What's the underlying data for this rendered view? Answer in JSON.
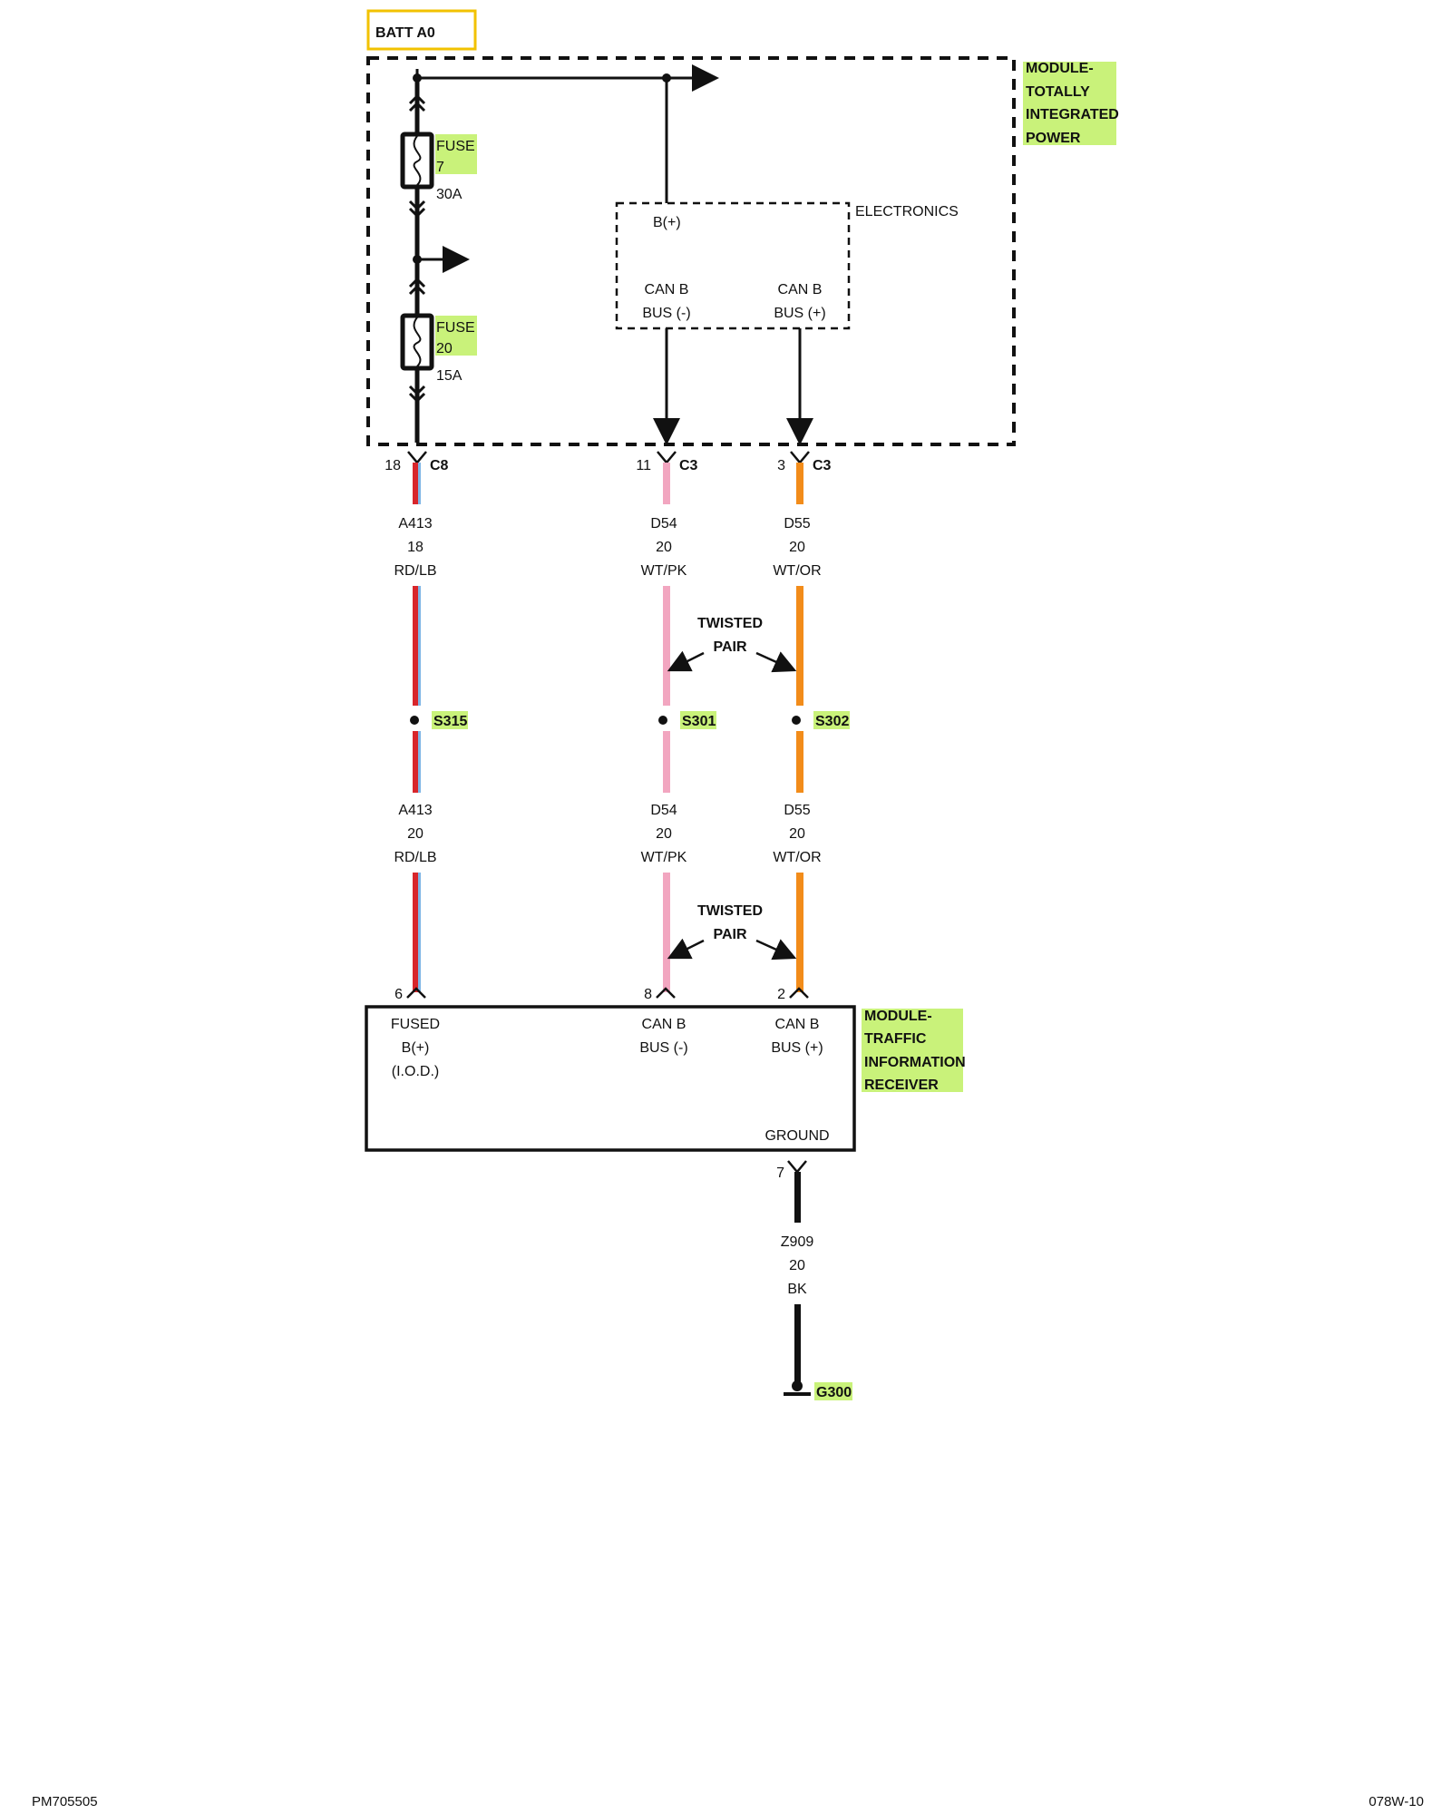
{
  "battery": {
    "label": "BATT A0"
  },
  "tipm": {
    "title": [
      "MODULE-",
      "TOTALLY",
      "INTEGRATED",
      "POWER"
    ],
    "electronics_label": "ELECTRONICS",
    "bplus_label": "B(+)",
    "can_minus": [
      "CAN B",
      "BUS (-)"
    ],
    "can_plus": [
      "CAN B",
      "BUS (+)"
    ]
  },
  "fuses": [
    {
      "name": "FUSE",
      "number": "7",
      "rating": "30A"
    },
    {
      "name": "FUSE",
      "number": "20",
      "rating": "15A"
    }
  ],
  "connectors": {
    "top": [
      {
        "pin": "18",
        "name": "C8"
      },
      {
        "pin": "11",
        "name": "C3"
      },
      {
        "pin": "3",
        "name": "C3"
      }
    ],
    "bottom": [
      {
        "pin": "6"
      },
      {
        "pin": "8"
      },
      {
        "pin": "2"
      }
    ],
    "ground_pin": "7"
  },
  "wires_upper": [
    {
      "circuit": "A413",
      "gauge": "18",
      "color": "RD/LB"
    },
    {
      "circuit": "D54",
      "gauge": "20",
      "color": "WT/PK"
    },
    {
      "circuit": "D55",
      "gauge": "20",
      "color": "WT/OR"
    }
  ],
  "wires_lower": [
    {
      "circuit": "A413",
      "gauge": "20",
      "color": "RD/LB"
    },
    {
      "circuit": "D54",
      "gauge": "20",
      "color": "WT/PK"
    },
    {
      "circuit": "D55",
      "gauge": "20",
      "color": "WT/OR"
    }
  ],
  "twisted_pair": [
    "TWISTED",
    "PAIR"
  ],
  "splices": [
    "S315",
    "S301",
    "S302"
  ],
  "receiver": {
    "title": [
      "MODULE-",
      "TRAFFIC",
      "INFORMATION",
      "RECEIVER"
    ],
    "pin_fused": [
      "FUSED",
      "B(+)",
      "(I.O.D.)"
    ],
    "pin_can_minus": [
      "CAN B",
      "BUS (-)"
    ],
    "pin_can_plus": [
      "CAN B",
      "BUS (+)"
    ],
    "ground_label": "GROUND"
  },
  "ground_wire": {
    "circuit": "Z909",
    "gauge": "20",
    "color": "BK"
  },
  "ground_point": "G300",
  "footer": {
    "left": "PM705505",
    "right": "078W-10"
  },
  "colors": {
    "highlight": "#c9f27a",
    "battery_border": "#f2c200",
    "red": "#d8262b",
    "light_blue": "#7fb6e6",
    "pink": "#f2a6c0",
    "orange": "#f28c1a",
    "black": "#111111"
  }
}
